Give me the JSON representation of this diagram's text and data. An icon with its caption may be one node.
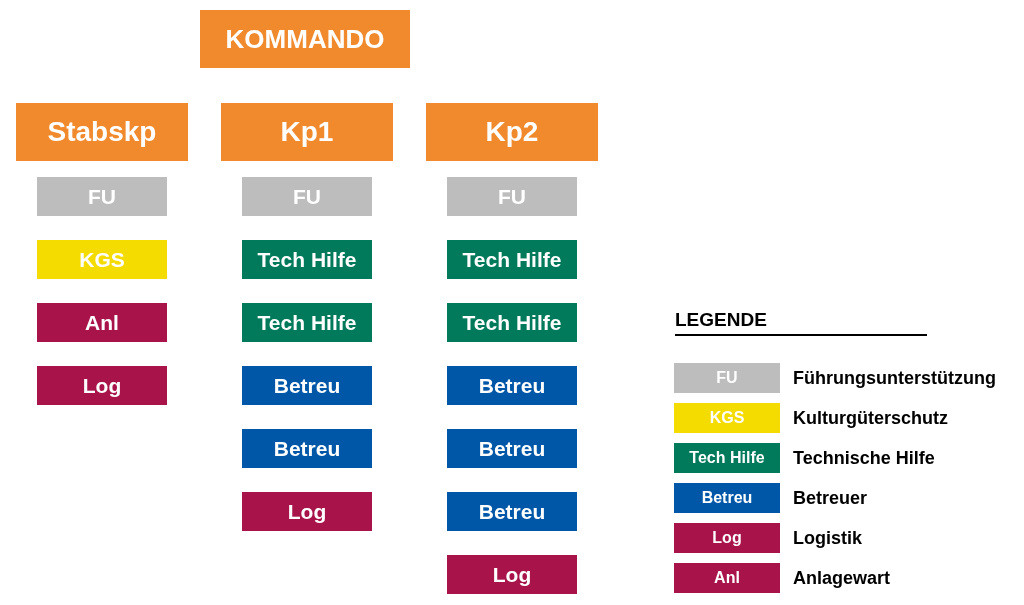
{
  "diagram": {
    "nodes": [
      {
        "text": [
          "KOMMANDO"
        ]
      },
      {
        "text": [
          "Stabskp"
        ]
      },
      {
        "text": [
          "Kp1"
        ]
      },
      {
        "text": [
          "Kp2"
        ]
      },
      {
        "text": [
          "FU"
        ]
      },
      {
        "text": [
          "KGS"
        ]
      },
      {
        "text": [
          "Anl"
        ]
      },
      {
        "text": [
          "Log"
        ]
      },
      {
        "text": [
          "FU"
        ]
      },
      {
        "text": [
          "Tech Hilfe"
        ]
      },
      {
        "text": [
          "Tech Hilfe"
        ]
      },
      {
        "text": [
          "Betreu"
        ]
      },
      {
        "text": [
          "Betreu"
        ]
      },
      {
        "text": [
          "Log"
        ]
      },
      {
        "text": [
          "FU"
        ]
      },
      {
        "text": [
          "Tech Hilfe"
        ]
      },
      {
        "text": [
          "Tech Hilfe"
        ]
      },
      {
        "text": [
          "Betreu"
        ]
      },
      {
        "text": [
          "Betreu"
        ]
      },
      {
        "text": [
          "Betreu"
        ]
      },
      {
        "text": [
          "Log"
        ]
      }
    ],
    "labels": [
      "LEGENDE",
      "FU",
      "KGS",
      "Tech Hilfe",
      "Betreu",
      "Log",
      "Anl"
    ],
    "legend": [
      {
        "text": "Führungsunterstützung",
        "color": "#bdbdbd"
      },
      {
        "text": "Kulturgüterschutz",
        "color": "#f5dc00"
      },
      {
        "text": "Technische Hilfe",
        "color": "#007a5a"
      },
      {
        "text": "Betreuer",
        "color": "#0057a8"
      },
      {
        "text": "Logistik",
        "color": "#a8144a"
      },
      {
        "text": "Anlagewart",
        "color": "#a8144a"
      }
    ]
  }
}
